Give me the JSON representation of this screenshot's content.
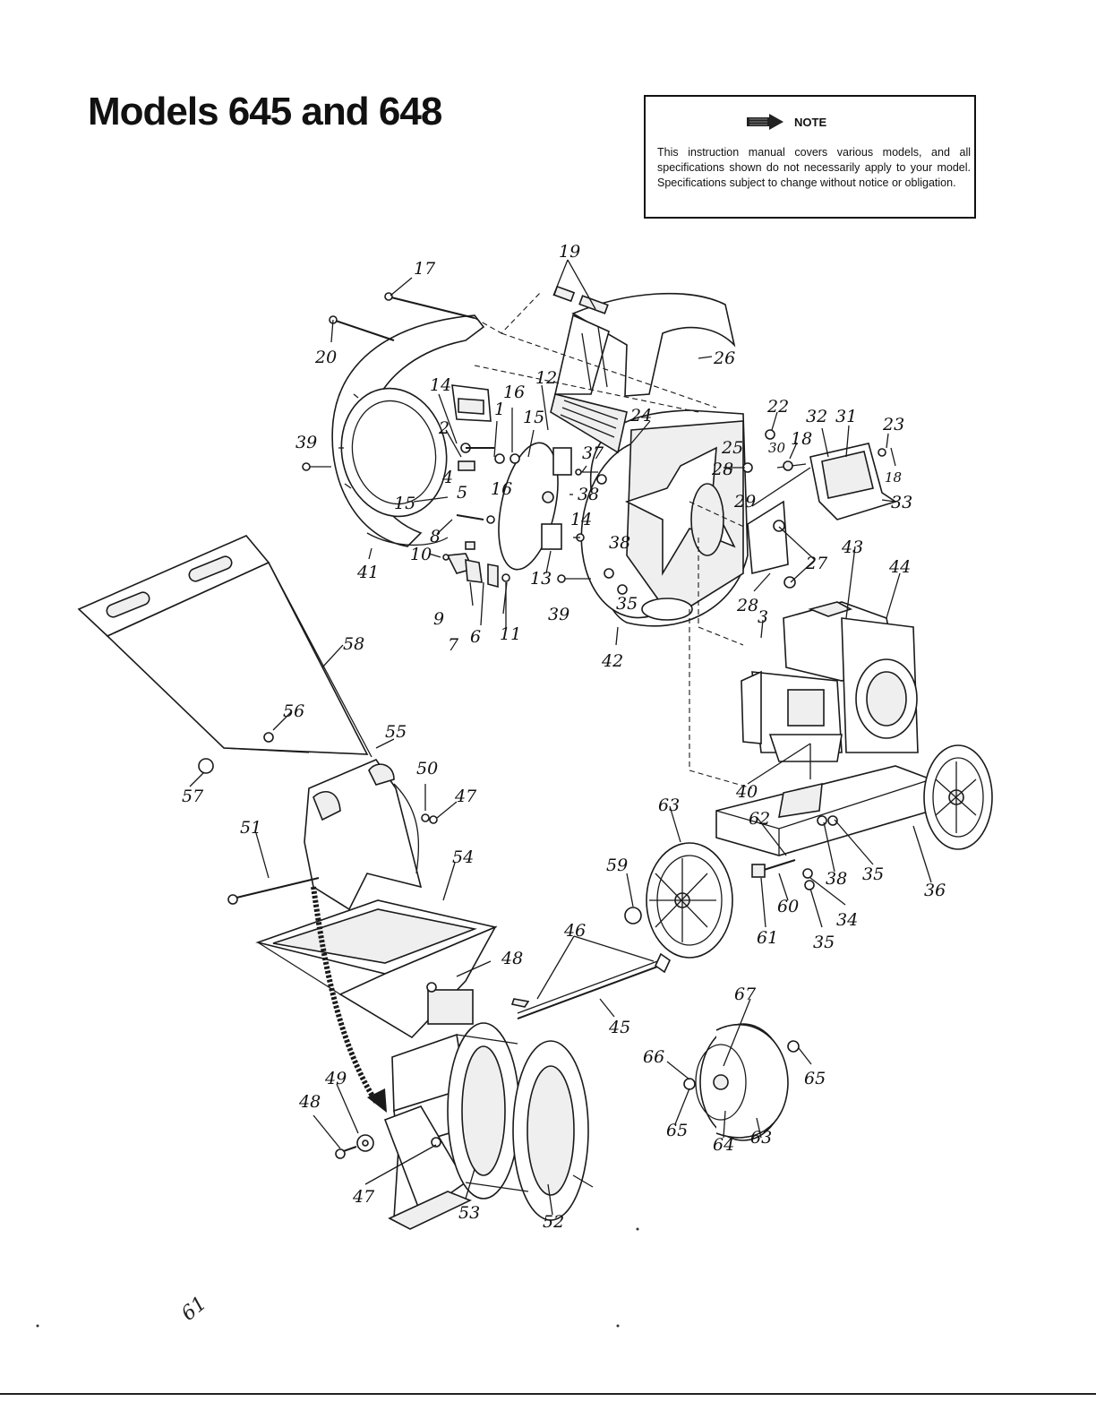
{
  "page": {
    "title": "Models 645 and 648"
  },
  "note": {
    "label": "NOTE",
    "text": "This instruction manual covers various models, and all specifications shown do not necessarily apply to your model. Specifications subject to change without notice or obligation.",
    "icon": "arrow-right-icon"
  },
  "diagram": {
    "callouts": [
      "1",
      "2",
      "3",
      "4",
      "5",
      "6",
      "7",
      "8",
      "9",
      "10",
      "11",
      "12",
      "13",
      "14",
      "14",
      "15",
      "15",
      "16",
      "16",
      "17",
      "18",
      "18",
      "19",
      "20",
      "22",
      "23",
      "24",
      "25",
      "26",
      "27",
      "28",
      "28",
      "29",
      "30",
      "31",
      "32",
      "33",
      "34",
      "35",
      "35",
      "35",
      "36",
      "37",
      "38",
      "38",
      "38",
      "39",
      "39",
      "40",
      "41",
      "42",
      "43",
      "44",
      "45",
      "46",
      "47",
      "47",
      "48",
      "48",
      "49",
      "50",
      "51",
      "52",
      "53",
      "54",
      "55",
      "56",
      "57",
      "58",
      "59",
      "60",
      "61",
      "62",
      "63",
      "63",
      "64",
      "65",
      "65",
      "66",
      "67"
    ]
  },
  "footer": {
    "page_mark": "61"
  }
}
